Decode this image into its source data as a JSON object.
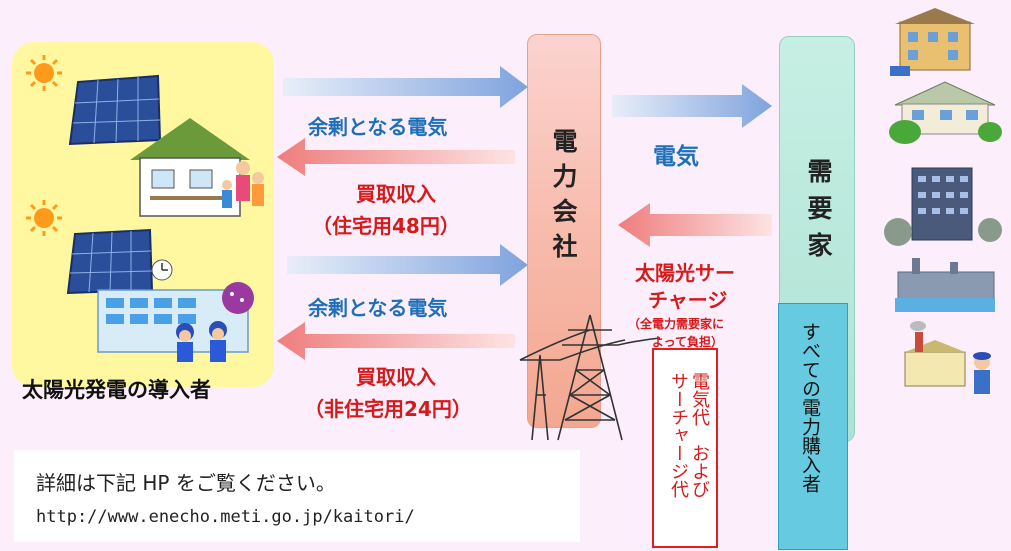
{
  "power_company": {
    "label": "電力会社"
  },
  "consumer": {
    "label": "需要家"
  },
  "installer": {
    "label": "太陽光発電の導入者"
  },
  "flows": {
    "surplus_top": "余剰となる電気",
    "purchase_residential_1": "買取収入",
    "purchase_residential_2": "（住宅用48円）",
    "surplus_bottom": "余剰となる電気",
    "purchase_nonres_1": "買取収入",
    "purchase_nonres_2": "（非住宅用24円）",
    "electricity": "電気",
    "surcharge_1": "太陽光サー",
    "surcharge_2": "チャージ",
    "surcharge_note_1": "（全電力需要家に",
    "surcharge_note_2": "よって負担）"
  },
  "all_buyers": {
    "label": "すべての電力購入者"
  },
  "payment": {
    "line1": "電気代　および",
    "line2": "サーチャージ代"
  },
  "info": {
    "text": "詳細は下記 HP をご覧ください。",
    "url": "http://www.enecho.meti.go.jp/kaitori/"
  },
  "colors": {
    "arrow_blue": "#8fb2e6",
    "arrow_red": "#f08a8a",
    "label_blue": "#1d6fb8",
    "label_red": "#d61a1a",
    "installer_bg": "#fff8a0",
    "all_buyers_bg": "#66cbe0"
  }
}
